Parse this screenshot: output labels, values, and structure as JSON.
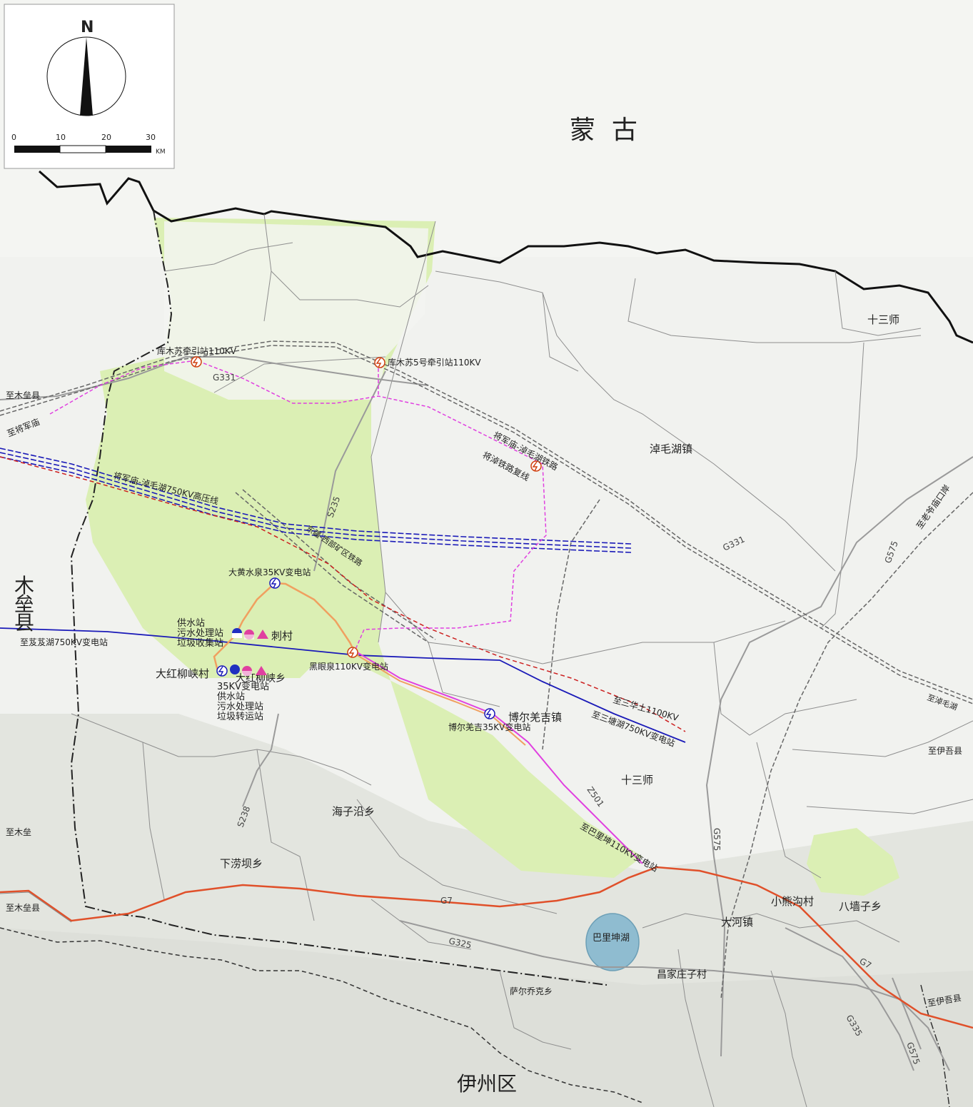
{
  "compass": {
    "north_label": "N"
  },
  "scale_bar": {
    "ticks": [
      "0",
      "10",
      "20",
      "30"
    ],
    "unit": "KM"
  },
  "regions": {
    "mongolia": "蒙  古",
    "yizhou": "伊州区",
    "mulei": [
      "木",
      "垒",
      "县"
    ],
    "shiershi_top": "十三师",
    "shiershi_mid": "十三师",
    "qijiao": "淖毛湖镇"
  },
  "places": {
    "haizi": "海子沿乡",
    "xiamaya": "下涝坝乡",
    "boerjiang": "博尔羌吉镇",
    "dahe": "大河镇",
    "xiaoxiong": "小熊沟村",
    "baqiangzi": "八墙子乡",
    "balikun_lake": "巴里坤湖",
    "changjia": "昌家庄子村",
    "saer": "萨尔乔克乡",
    "cicun": "刺村",
    "dahongliu_village": "大红柳峡村",
    "dahongliu_township": "大红柳峡乡"
  },
  "stations": {
    "kumusu_traction": "库木苏牵引站110KV",
    "kumusu5": "库木苏5号牵引站110KV",
    "dahuangshui": "大黄水泉35KV变电站",
    "heiyanquan": "黑眼泉110KV变电站",
    "boerjiang_sub": "博尔羌吉35KV变电站",
    "cicun_facilities": [
      "供水站",
      "污水处理站",
      "垃圾收集站"
    ],
    "dahongliu_facilities": [
      "35KV变电站",
      "供水站",
      "污水处理站",
      "垃圾转运站"
    ]
  },
  "lines": {
    "hv750": "将军庙-淖毛湖750KV高压线",
    "railway": "将军庙-淖毛湖铁路",
    "rail_relocate": "将淖铁路复线",
    "east_rail": "东疆-西部矿区铁路",
    "to_dongfang": "至芨芨湖750KV变电站",
    "to_sanshui": "至三塘湖750KV变电站",
    "to_sanhuatu": "至三华土1100KV",
    "to_balikun": "至巴里坤110KV变电站"
  },
  "roads": {
    "g331_a": "G331",
    "g331_b": "G331",
    "s235": "S235",
    "s238": "S238",
    "g575_a": "G575",
    "g575_b": "G575",
    "g575_c": "G575",
    "g7_a": "G7",
    "g7_b": "G7",
    "g325": "G325",
    "g335": "G335",
    "z501": "Z501"
  },
  "edge_labels": {
    "to_mulei_1": "至木垒县",
    "to_mulei_2": "至木垒",
    "to_mulei_3": "至木垒县",
    "to_jiangjun": "至将军庙",
    "to_yiwu_1": "至伊吾县",
    "to_yiwu_2": "至伊吾县",
    "to_laoyemiao": "至老爷庙口岸",
    "to_naomao": "至淖毛湖"
  },
  "colors": {
    "planning_area": "#dbefb4",
    "county_boundary": "#111111",
    "hv_line": "#1a1ab8",
    "red_line": "#cc1f1f",
    "magenta_line": "#e040e0",
    "road_orange": "#e06a1a",
    "lake": "#8fbcd0"
  }
}
